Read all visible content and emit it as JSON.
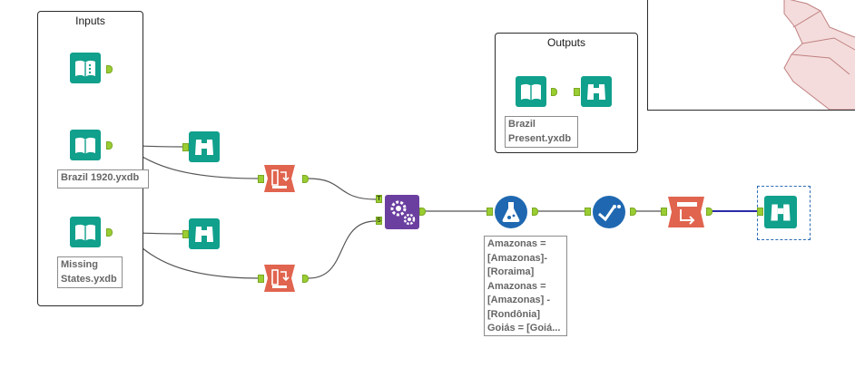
{
  "containers": {
    "inputs_title": "Inputs",
    "outputs_title": "Outputs"
  },
  "annotations": {
    "brazil_1920": "Brazil 1920.yxdb",
    "missing_states": "Missing\nStates.yxdb",
    "brazil_present": "Brazil\nPresent.yxdb",
    "formula": "Amazonas =\n[Amazonas]-\n[Roraima]\nAmazonas =\n[Amazonas] -\n[Rondônia]\nGoiás = [Goiá..."
  },
  "anchors": {
    "target": "T",
    "source": "S"
  },
  "icons": {
    "input": "book-input-icon",
    "browse": "binoculars-browse-icon",
    "transpose": "transpose-icon",
    "join": "gears-join-icon",
    "formula": "flask-formula-icon",
    "select": "check-select-icon",
    "crosstab": "crosstab-icon"
  },
  "colors": {
    "io_tool": "#10a08c",
    "transform_tool": "#e0644e",
    "join_tool": "#6b3fa0",
    "prep_tool": "#1f68b1",
    "anchor": "#9acd32",
    "map_fill": "#f4dcdc",
    "map_stroke": "#c08080",
    "selected_connection": "#2a2aa8"
  }
}
